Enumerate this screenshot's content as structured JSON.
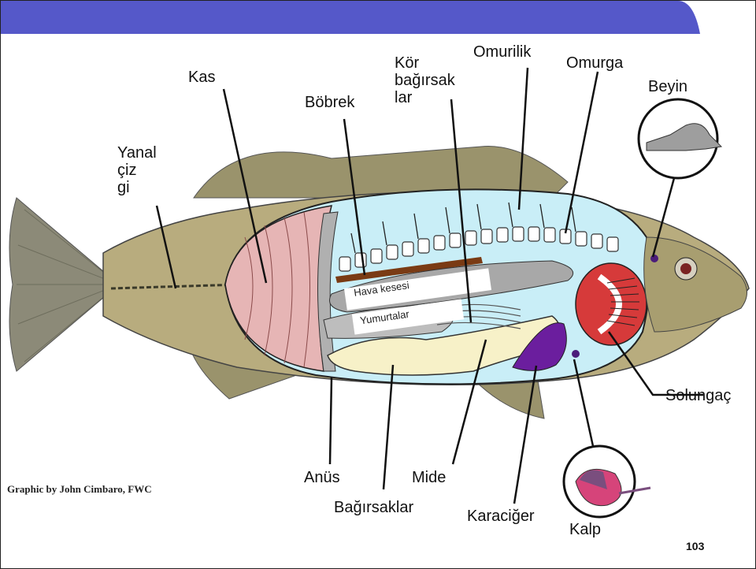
{
  "slide": {
    "accent": "#5558c9",
    "page_number": "103",
    "credit": "Graphic by John Cimbaro, FWC"
  },
  "labels": {
    "kas": "Kas",
    "yanal_cizgi": "Yanal\n çiz\n gi",
    "bobrek": "Böbrek",
    "kor_bagirsaklar": "Kör\n bağırsak\n lar",
    "omurilik": "Omurilik",
    "omurga": "Omurga",
    "beyin": "Beyin",
    "solungac": "Solungaç",
    "anus": "Anüs",
    "mide": "Mide",
    "bagirsaklar": "Bağırsaklar",
    "karaciger": "Karaciğer",
    "kalp": "Kalp"
  },
  "organ_tags": {
    "hava_kesesi": "Hava kesesi",
    "yumurtalar": "Yumurtalar"
  },
  "colors": {
    "body_cavity": "#c9eef7",
    "muscle": "#e6b5b5",
    "gill": "#d63a3a",
    "liver": "#6b1e9e",
    "kidney": "#7a3b14",
    "intestine": "#f7f1c8",
    "fish_skin": "#b8ac7e"
  }
}
